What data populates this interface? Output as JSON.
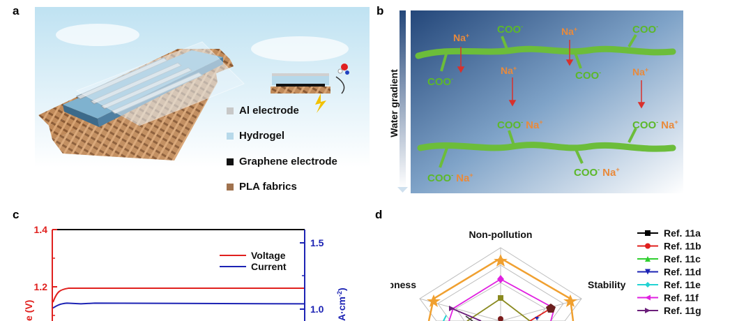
{
  "figure": {
    "panel_a": {
      "letter": "a",
      "legend": [
        {
          "label": "Al electrode",
          "color": "#c8c8c8"
        },
        {
          "label": "Hydrogel",
          "color": "#b7d9ea"
        },
        {
          "label": "Graphene electrode",
          "color": "#111111"
        },
        {
          "label": "PLA fabrics",
          "color": "#a0724e"
        }
      ]
    },
    "panel_b": {
      "letter": "b",
      "gradient_label": "Water gradient",
      "ion": "Na",
      "ion_sup": "+",
      "group": "COO",
      "group_sup": "-"
    },
    "panel_c": {
      "letter": "c",
      "left_axis_label_partial": "e (V)",
      "right_axis_label_partial": "A·cm",
      "right_axis_label_sup": "-2",
      "right_axis_label_close": ")",
      "legend": [
        {
          "label": "Voltage",
          "color": "#e0201e"
        },
        {
          "label": "Current",
          "color": "#1c23b4"
        }
      ]
    },
    "panel_d": {
      "letter": "d",
      "axes_visible": [
        "Non-pollution",
        "Stability",
        "Cheapness"
      ],
      "legend": [
        {
          "label": "Ref. 11a",
          "color": "#000000"
        },
        {
          "label": "Ref. 11b",
          "color": "#e0201e"
        },
        {
          "label": "Ref. 11c",
          "color": "#2fcf2f"
        },
        {
          "label": "Ref. 11d",
          "color": "#1c23b4"
        },
        {
          "label": "Ref. 11e",
          "color": "#22d3d3"
        },
        {
          "label": "Ref. 11f",
          "color": "#e020e0"
        },
        {
          "label": "Ref. 11g",
          "color": "#6b1f7a"
        }
      ]
    }
  },
  "chart_data": [
    {
      "type": "line",
      "title": "",
      "xlabel": "",
      "ylabel": "",
      "y_left_ticks": [
        "1.4",
        "1.2"
      ],
      "y_right_ticks": [
        "1.5",
        "1.0"
      ],
      "series": [
        {
          "name": "Voltage",
          "color": "#e0201e",
          "axis": "left",
          "level": 1.195
        },
        {
          "name": "Current",
          "color": "#1c23b4",
          "axis": "right",
          "level": 1.04
        }
      ]
    },
    {
      "type": "radar",
      "title": "",
      "axes": [
        "Non-pollution",
        "Stability",
        "Cheapness"
      ]
    }
  ]
}
